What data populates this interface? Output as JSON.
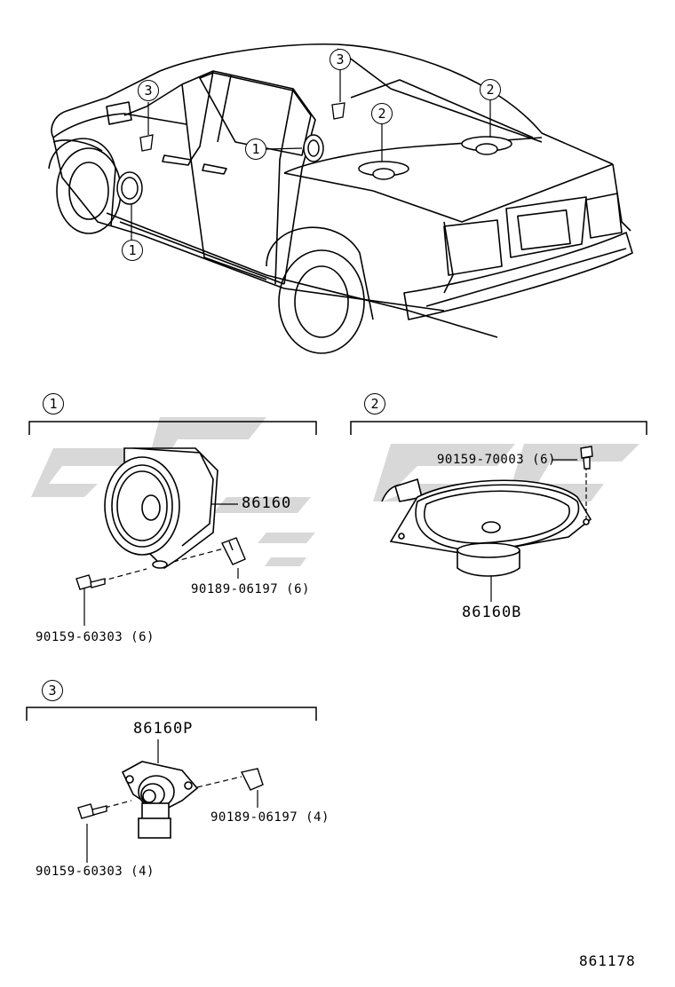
{
  "callouts": {
    "one": "1",
    "two": "2",
    "three": "3"
  },
  "sections": {
    "s1": {
      "number": "1",
      "part_main": "86160",
      "part_clip": "90189-06197 (6)",
      "part_screw": "90159-60303 (6)"
    },
    "s2": {
      "number": "2",
      "part_screw": "90159-70003 (6)",
      "part_main": "86160B"
    },
    "s3": {
      "number": "3",
      "part_main": "86160P",
      "part_clip": "90189-06197 (4)",
      "part_screw": "90159-60303 (4)"
    }
  },
  "diagram_ref": "861178"
}
